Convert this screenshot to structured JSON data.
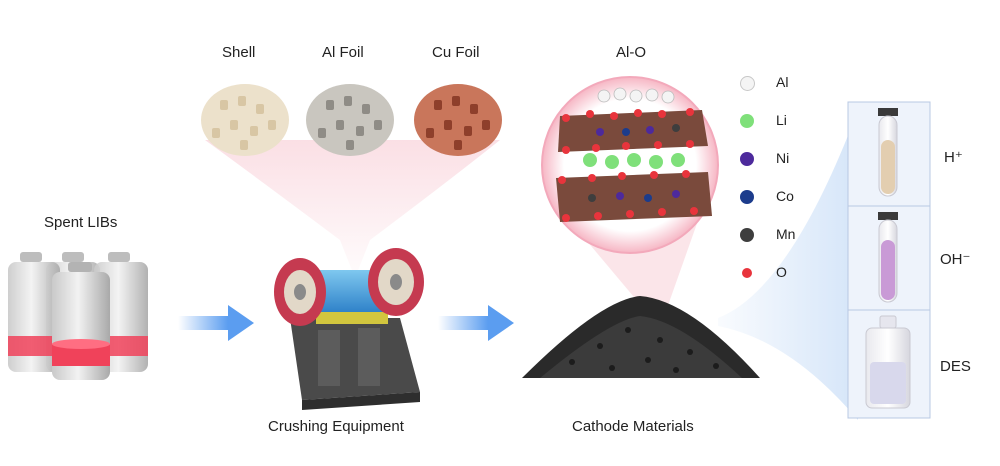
{
  "sources": {
    "spent_libs": "Spent LIBs"
  },
  "fragments": [
    {
      "label": "Shell",
      "color": "#e9dcc4"
    },
    {
      "label": "Al Foil",
      "color": "#bdbab3"
    },
    {
      "label": "Cu Foil",
      "color": "#c5735a"
    }
  ],
  "equipment": {
    "label": "Crushing Equipment"
  },
  "cathode": {
    "label": "Cathode Materials",
    "structure_label": "Al-O"
  },
  "legend": [
    {
      "symbol": "Al",
      "color": "#f4f4f4"
    },
    {
      "symbol": "Li",
      "color": "#7fe07a"
    },
    {
      "symbol": "Ni",
      "color": "#4d2a9c"
    },
    {
      "symbol": "Co",
      "color": "#1c3c8c"
    },
    {
      "symbol": "Mn",
      "color": "#3e3e3e"
    },
    {
      "symbol": "O",
      "color": "#e8343c"
    }
  ],
  "leaching": [
    {
      "label": "H⁺",
      "liquid_color": "#e3ceb0"
    },
    {
      "label": "OH⁻",
      "liquid_color": "#c99ad6"
    },
    {
      "label": "DES",
      "liquid_color": "#d8d8ec"
    }
  ],
  "colors": {
    "arrow": "#5b9df0",
    "pink_glow": "#f7c5cf",
    "blue_glow": "#c3daf6"
  }
}
